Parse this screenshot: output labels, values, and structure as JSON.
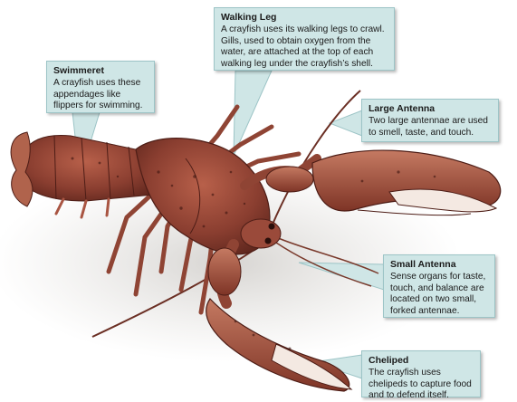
{
  "callouts": {
    "walking_leg": {
      "title": "Walking Leg",
      "body": "A crayfish uses its walking legs to crawl. Gills, used to obtain oxygen from the water, are attached at the top of each walking leg under the crayfish’s shell."
    },
    "swimmeret": {
      "title": "Swimmeret",
      "body": "A crayfish uses these appendages like flippers for swimming."
    },
    "large_antenna": {
      "title": "Large Antenna",
      "body": "Two large antennae are used to smell, taste, and touch."
    },
    "small_antenna": {
      "title": "Small Antenna",
      "body": "Sense organs for taste, touch, and balance are located on two small, forked antennae."
    },
    "cheliped": {
      "title": "Cheliped",
      "body": "The crayfish uses chelipeds to capture food and to defend itself."
    }
  },
  "colors": {
    "callout_fill": "#cfe6e6",
    "callout_border": "#9cc4c6",
    "body_dark": "#6b2f24",
    "body_mid": "#9a4a3a",
    "body_light": "#c98a74"
  }
}
